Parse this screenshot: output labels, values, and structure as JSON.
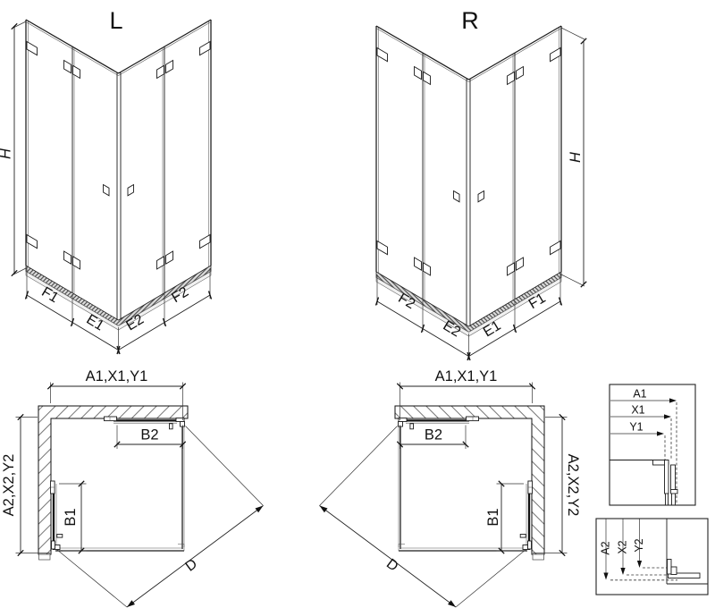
{
  "iso_views": {
    "left": {
      "label": "L",
      "height": "H",
      "bottom_left": [
        "F1",
        "E1"
      ],
      "bottom_right": [
        "E2",
        "F2"
      ]
    },
    "right": {
      "label": "R",
      "height": "H",
      "bottom_left": [
        "F2",
        "E2"
      ],
      "bottom_right": [
        "E1",
        "F1"
      ]
    }
  },
  "plan_views": {
    "left": {
      "width_dim": "A1,X1,Y1",
      "depth_dim": "A2,X2,Y2",
      "door_top": "B2",
      "door_side": "B1",
      "entry": "D"
    },
    "right": {
      "width_dim": "A1,X1,Y1",
      "depth_dim": "A2,X2,Y2",
      "door_top": "B2",
      "door_side": "B1",
      "entry": "D"
    }
  },
  "detail_boxes": {
    "horizontal": {
      "dims": [
        "A1",
        "X1",
        "Y1"
      ]
    },
    "vertical": {
      "dims": [
        "A2",
        "X2",
        "Y2"
      ]
    }
  },
  "colors": {
    "line": "#1a1a1a",
    "background": "#ffffff"
  }
}
